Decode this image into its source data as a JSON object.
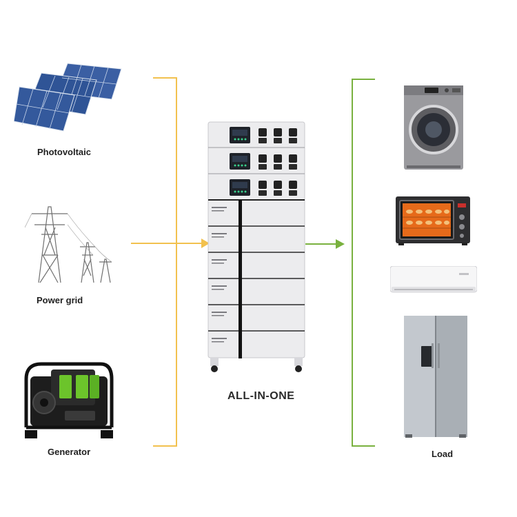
{
  "sources": [
    {
      "label": "Photovoltaic",
      "icon": "solar-panel-icon"
    },
    {
      "label": "Power grid",
      "icon": "power-tower-icon"
    },
    {
      "label": "Generator",
      "icon": "generator-icon"
    }
  ],
  "center": {
    "label": "ALL-IN-ONE",
    "icon": "battery-stack-icon"
  },
  "load": {
    "label": "Load",
    "items": [
      "washing-machine-icon",
      "oven-icon",
      "air-conditioner-icon",
      "refrigerator-icon"
    ]
  },
  "colors": {
    "input_line": "#f2c14e",
    "output_line": "#79b13e",
    "cabinet": "#ececee",
    "divider": "#1a1a1a"
  }
}
